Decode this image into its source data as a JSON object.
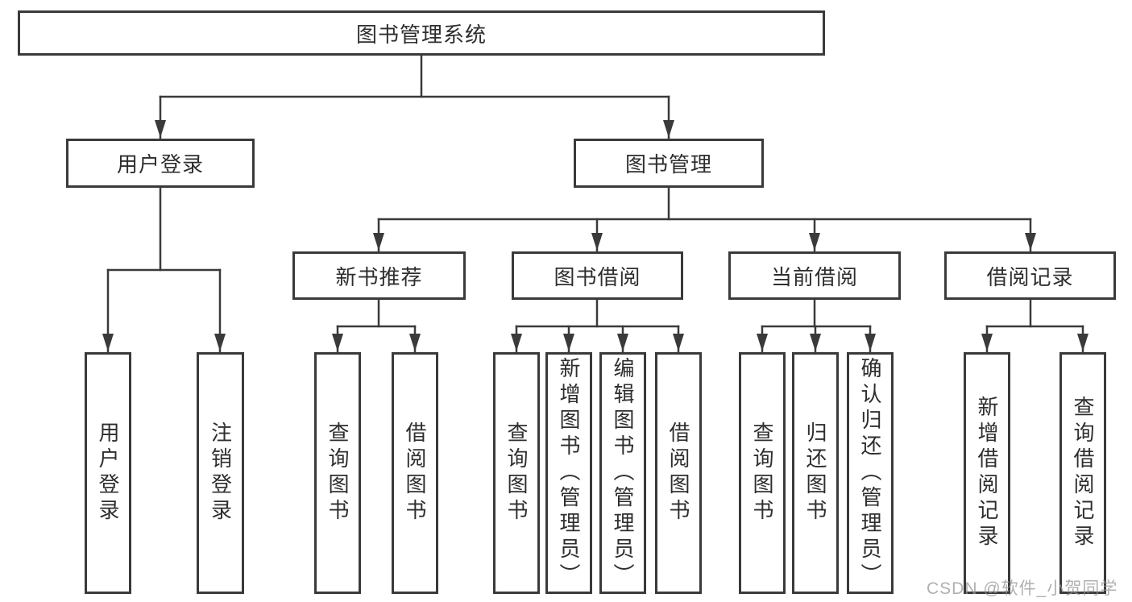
{
  "tree": {
    "root": {
      "label": "图书管理系统"
    },
    "branches": [
      {
        "label": "用户登录",
        "children": [
          {
            "label": "用户登录"
          },
          {
            "label": "注销登录"
          }
        ]
      },
      {
        "label": "图书管理",
        "children": [
          {
            "label": "新书推荐",
            "children": [
              {
                "label": "查询图书"
              },
              {
                "label": "借阅图书"
              }
            ]
          },
          {
            "label": "图书借阅",
            "children": [
              {
                "label": "查询图书"
              },
              {
                "label": "新增图书（管理员）"
              },
              {
                "label": "编辑图书（管理员）"
              },
              {
                "label": "借阅图书"
              }
            ]
          },
          {
            "label": "当前借阅",
            "children": [
              {
                "label": "查询图书"
              },
              {
                "label": "归还图书"
              },
              {
                "label": "确认归还（管理员）"
              }
            ]
          },
          {
            "label": "借阅记录",
            "children": [
              {
                "label": "新增借阅记录"
              },
              {
                "label": "查询借阅记录"
              }
            ]
          }
        ]
      }
    ]
  },
  "watermark": {
    "text": "CSDN @软件_小贺同学"
  },
  "colors": {
    "line": "#3a3a3a",
    "text": "#2e2e2e",
    "background": "#ffffff",
    "watermark": "#969696"
  }
}
